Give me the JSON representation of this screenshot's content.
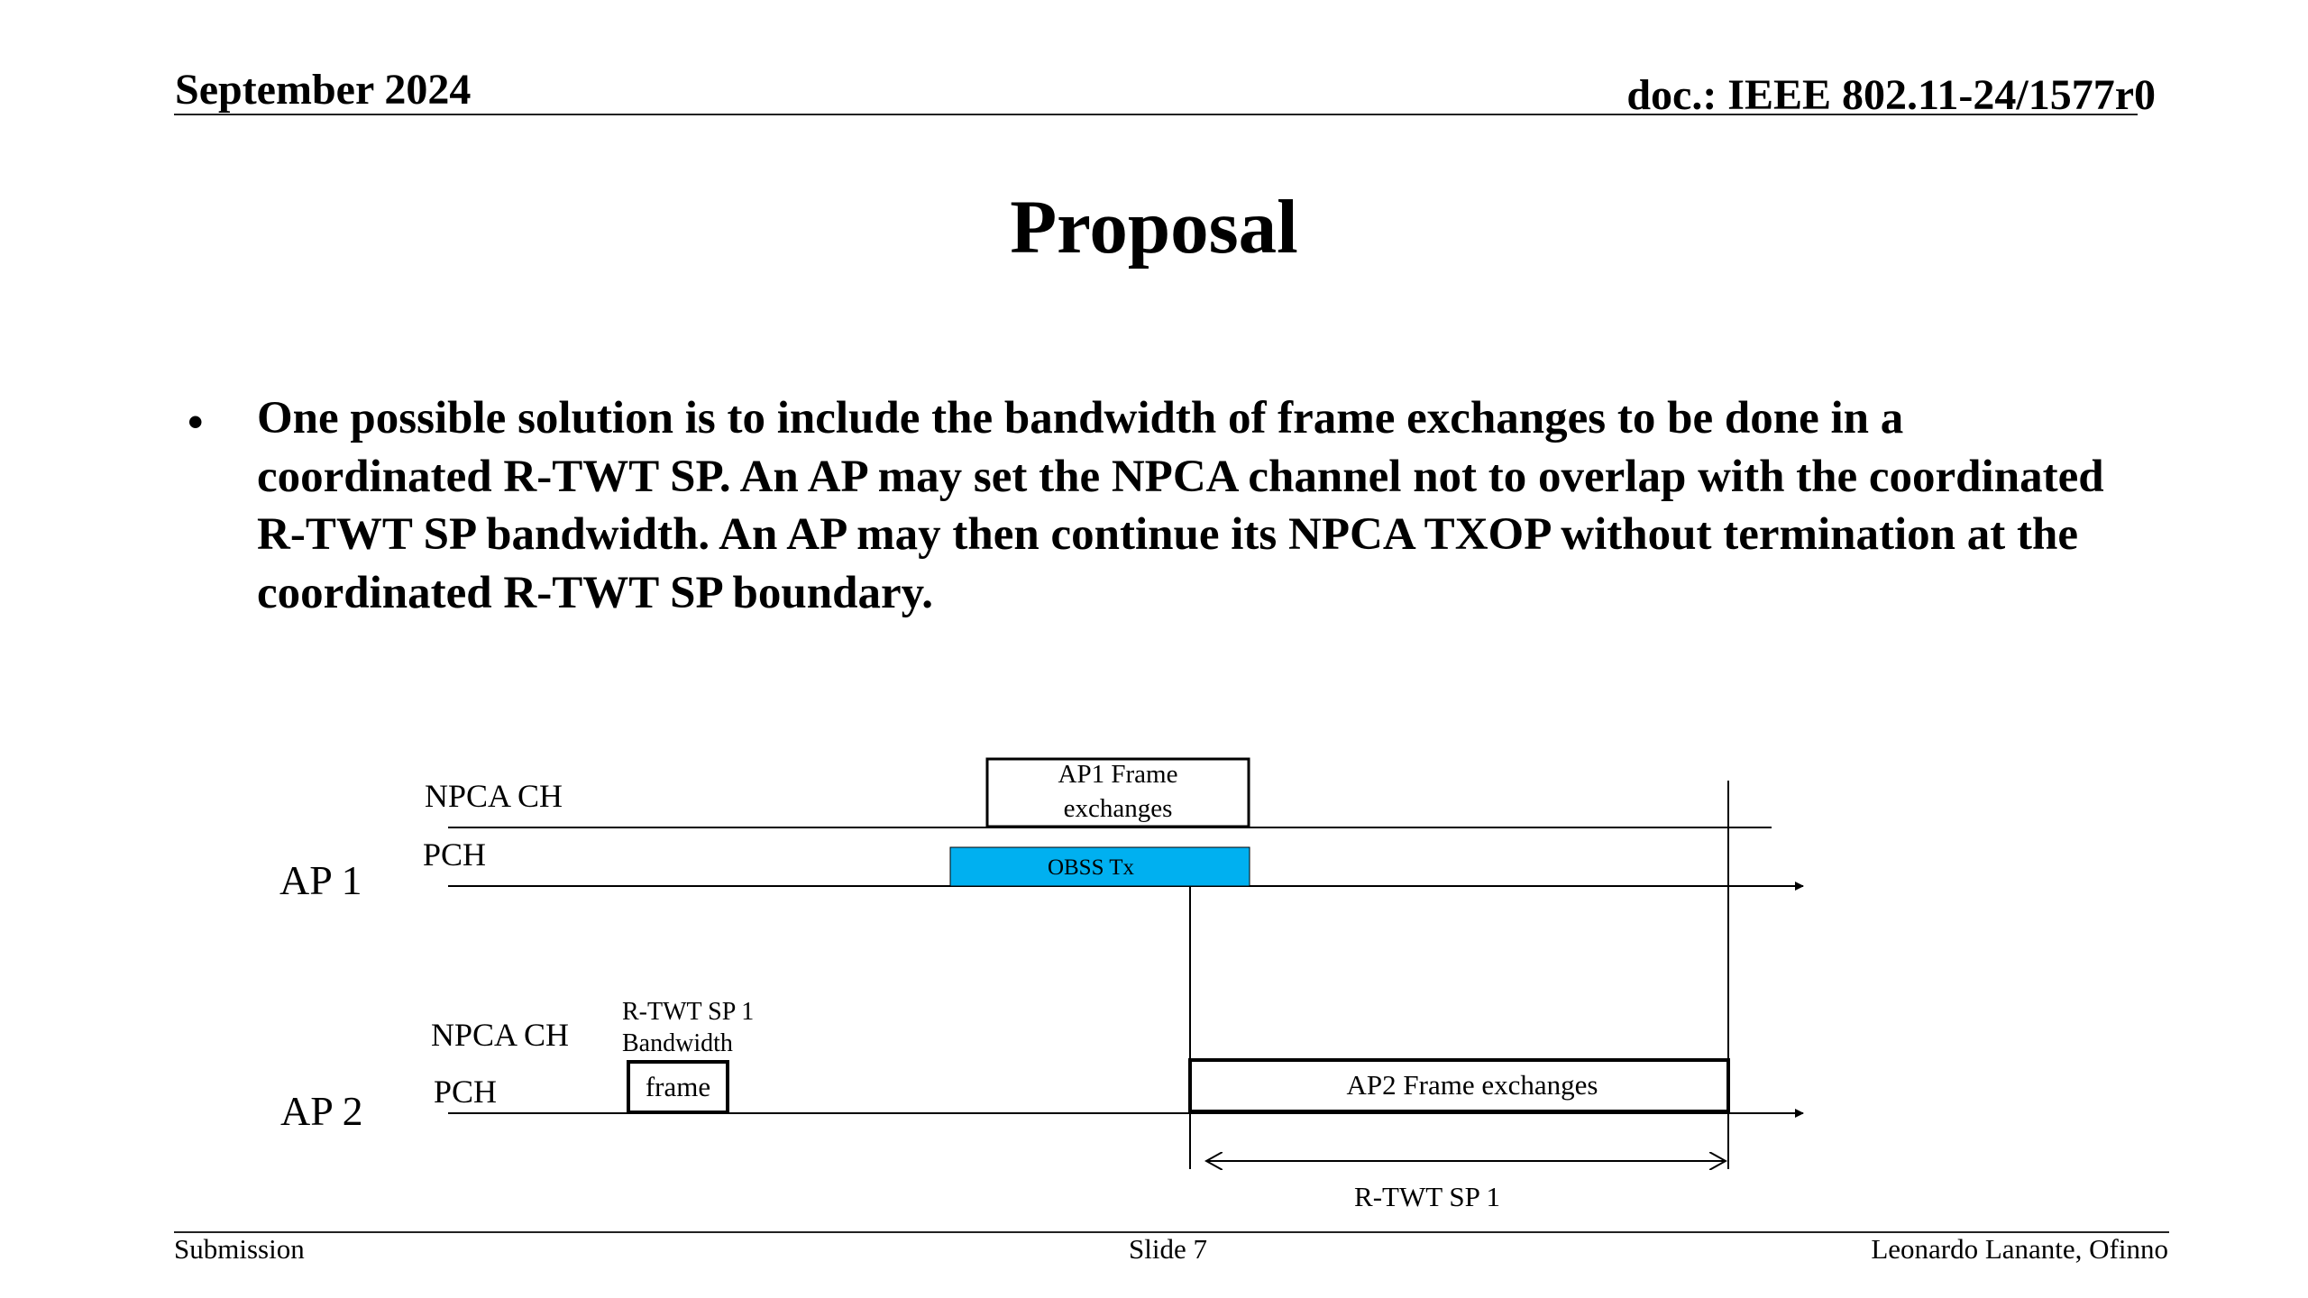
{
  "header": {
    "date": "September 2024",
    "doc_id": "doc.: IEEE 802.11-24/1577r0"
  },
  "title": "Proposal",
  "bullets": [
    "One possible solution is to include the bandwidth of frame exchanges to be done in a coordinated R-TWT SP. An AP may set the NPCA channel not to overlap with the coordinated R-TWT SP bandwidth. An AP may then continue its NPCA TXOP without termination at the coordinated R-TWT SP boundary."
  ],
  "bullet_marker": "•",
  "diagram": {
    "ap1": {
      "label": "AP 1",
      "npca_label": "NPCA CH",
      "pch_label": "PCH",
      "frame_line1": "AP1 Frame",
      "frame_line2": "exchanges",
      "obss_label": "OBSS Tx"
    },
    "ap2": {
      "label": "AP 2",
      "npca_label": "NPCA CH",
      "pch_label": "PCH",
      "sp_bw_line1": "R-TWT SP 1",
      "sp_bw_line2": "Bandwidth",
      "frame_label": "frame",
      "exchanges_label": "AP2 Frame exchanges"
    },
    "sp_label": "R-TWT SP 1",
    "colors": {
      "obss_fill": "#00b0f0",
      "line": "#000000"
    }
  },
  "footer": {
    "left": "Submission",
    "center": "Slide 7",
    "right": "Leonardo Lanante, Ofinno"
  }
}
